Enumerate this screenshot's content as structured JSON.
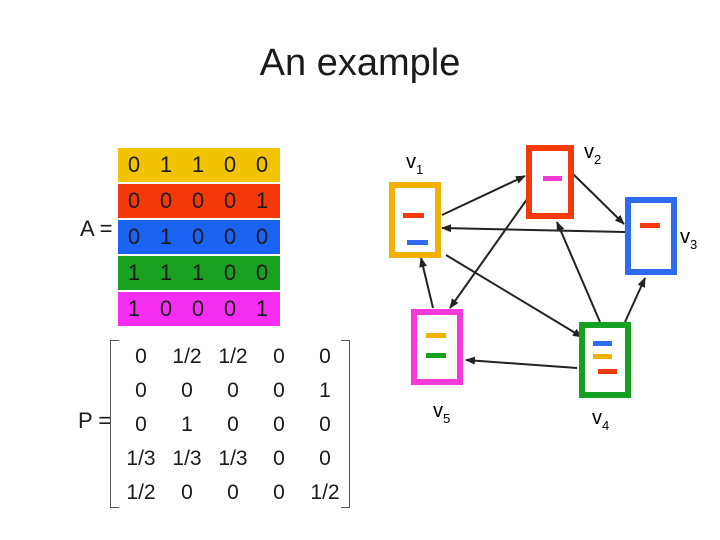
{
  "title": "An example",
  "matrix_A": {
    "label": "A =",
    "rows": [
      {
        "color": "#f2c300",
        "values": [
          "0",
          "1",
          "1",
          "0",
          "0"
        ]
      },
      {
        "color": "#f4390b",
        "values": [
          "0",
          "0",
          "0",
          "0",
          "1"
        ]
      },
      {
        "color": "#1b63f2",
        "values": [
          "0",
          "1",
          "0",
          "0",
          "0"
        ]
      },
      {
        "color": "#18a021",
        "values": [
          "1",
          "1",
          "1",
          "0",
          "0"
        ]
      },
      {
        "color": "#f52ef2",
        "values": [
          "1",
          "0",
          "0",
          "0",
          "1"
        ]
      }
    ]
  },
  "matrix_P": {
    "label": "P =",
    "rows": [
      [
        "0",
        "1/2",
        "1/2",
        "0",
        "0"
      ],
      [
        "0",
        "0",
        "0",
        "0",
        "1"
      ],
      [
        "0",
        "1",
        "0",
        "0",
        "0"
      ],
      [
        "1/3",
        "1/3",
        "1/3",
        "0",
        "0"
      ],
      [
        "1/2",
        "0",
        "0",
        "0",
        "1/2"
      ]
    ]
  },
  "graph": {
    "nodes": [
      {
        "id": "v1",
        "label": "v",
        "sub": "1",
        "color": "#f2b100"
      },
      {
        "id": "v2",
        "label": "v",
        "sub": "2",
        "color": "#f4390b"
      },
      {
        "id": "v3",
        "label": "v",
        "sub": "3",
        "color": "#2f6bf0"
      },
      {
        "id": "v4",
        "label": "v",
        "sub": "4",
        "color": "#16a020"
      },
      {
        "id": "v5",
        "label": "v",
        "sub": "5",
        "color": "#f23ad8"
      }
    ]
  }
}
